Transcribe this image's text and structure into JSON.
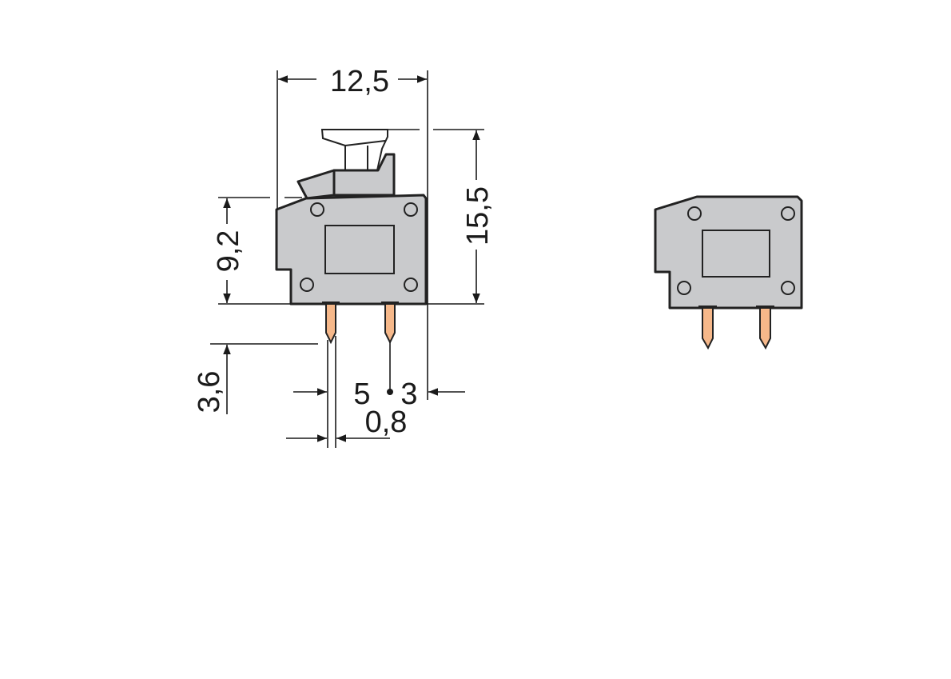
{
  "drawing": {
    "dimensions": {
      "width": "12,5",
      "height_total": "15,5",
      "height_body": "9,2",
      "pin_length": "3,6",
      "pitch_left": "5",
      "pitch_right": "3",
      "pin_thickness": "0,8"
    },
    "colors": {
      "housing": "#c9cacc",
      "outline": "#222222",
      "pin": "#f6b88a",
      "button": "#ffffff"
    }
  }
}
